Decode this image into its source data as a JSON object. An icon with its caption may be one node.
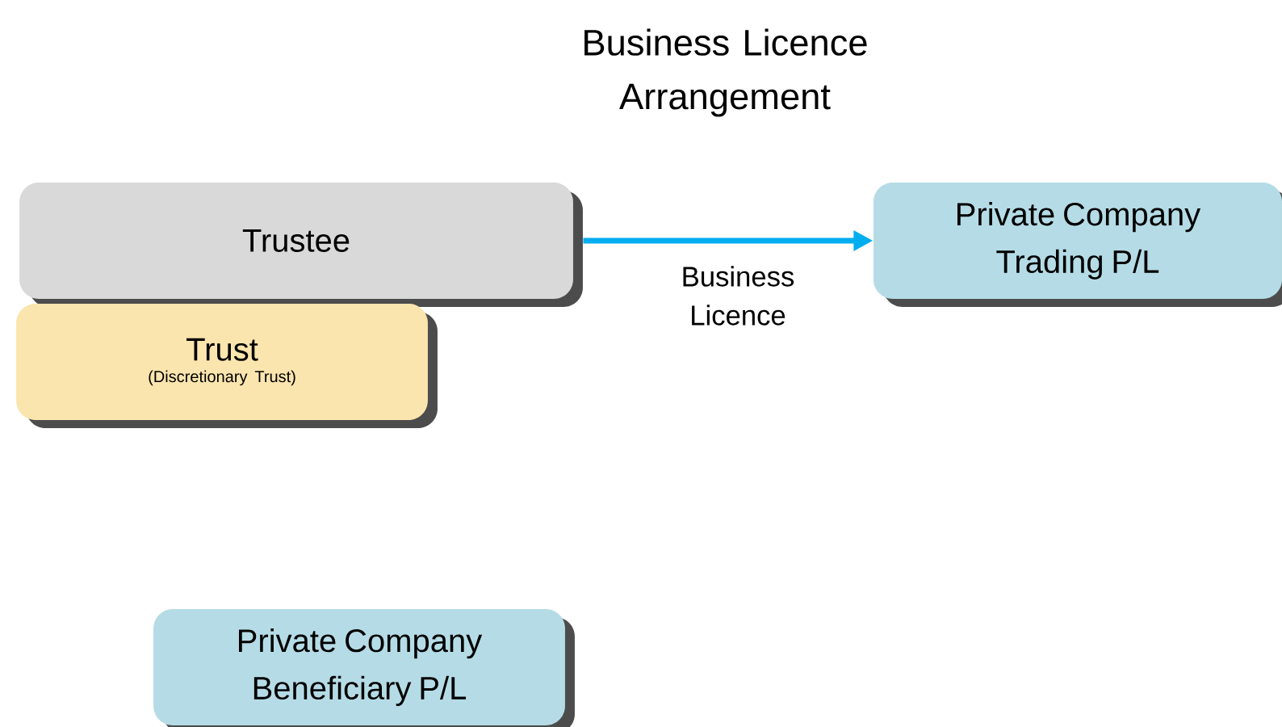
{
  "diagram": {
    "title": "Business Licence Arrangement",
    "nodes": [
      {
        "text": [
          "Trustee"
        ]
      },
      {
        "text": [
          "Trust",
          "(Discretionary Trust)"
        ]
      },
      {
        "text": [
          "Private Company Trading P/L"
        ]
      },
      {
        "text": [
          "Private Company Beneficiary P/L"
        ]
      }
    ],
    "edges": [
      {
        "from": 0,
        "to": 2,
        "arrow": "to",
        "label": "Business Licence",
        "color": "#00aeef"
      }
    ]
  }
}
